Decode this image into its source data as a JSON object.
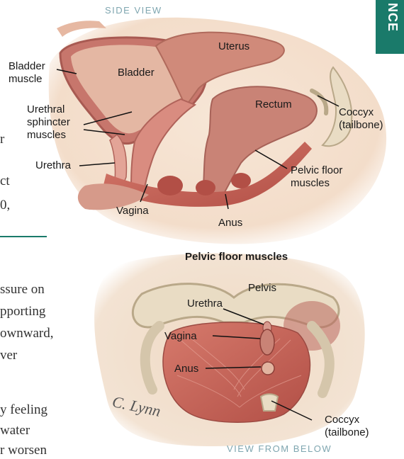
{
  "side_tab": {
    "text": "NCE",
    "color": "#1a7a6a"
  },
  "top_figure": {
    "caption": "SIDE VIEW",
    "labels": {
      "uterus": "Uterus",
      "bladder": "Bladder",
      "bladder_muscle": "Bladder muscle",
      "urethral_sphincter": "Urethral sphincter muscles",
      "urethra": "Urethra",
      "rectum": "Rectum",
      "coccyx": "Coccyx (tailbone)",
      "pelvic_floor": "Pelvic floor muscles",
      "vagina": "Vagina",
      "anus": "Anus"
    }
  },
  "bottom_figure": {
    "title": "Pelvic floor muscles",
    "caption": "VIEW FROM BELOW",
    "signature": "C. Lynn",
    "labels": {
      "pelvis": "Pelvis",
      "urethra": "Urethra",
      "vagina": "Vagina",
      "anus": "Anus",
      "coccyx": "Coccyx (tailbone)"
    }
  },
  "body_text_fragments": {
    "line1": "r",
    "line2": "ct",
    "line3": "0,",
    "line4": "ssure on",
    "line5": "pporting",
    "line6": "ownward,",
    "line7": "ver",
    "line8": "y feeling",
    "line9": "water",
    "line10": "r worsen"
  },
  "colors": {
    "muscle": "#c9645a",
    "bone": "#e9dcc4",
    "tissue": "#f0d8c6",
    "accent": "#1a7a6a"
  }
}
